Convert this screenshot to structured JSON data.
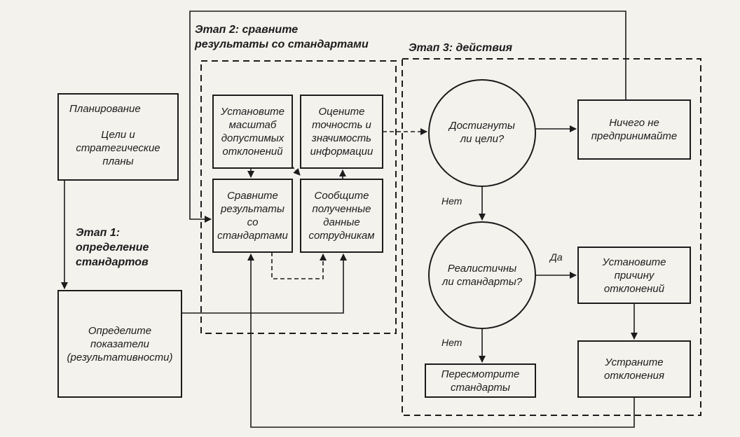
{
  "colors": {
    "ink": "#1c1c1c",
    "paper": "#f4f2ed"
  },
  "stage1": {
    "title": "Этап 1:\nопределение\nстандартов"
  },
  "stage2": {
    "title": "Этап 2: сравните\nрезультаты со стандартами"
  },
  "stage3": {
    "title": "Этап 3: действия"
  },
  "boxes": {
    "planning": {
      "heading": "Планирование",
      "body": "Цели и\nстратегические\nпланы"
    },
    "indicators": {
      "text": "Определите\nпоказатели\n(результативности)"
    },
    "scale": {
      "text": "Установите\nмасштаб\nдопустимых\nотклонений"
    },
    "accuracy": {
      "text": "Оцените\nточность и\nзначимость\nинформации"
    },
    "compare": {
      "text": "Сравните\nрезультаты\nсо\nстандартами"
    },
    "report": {
      "text": "Сообщите\nполученные\nданные\nсотрудникам"
    },
    "nothing": {
      "text": "Ничего не\nпредпринимайте"
    },
    "cause": {
      "text": "Установите\nпричину\nотклонений"
    },
    "eliminate": {
      "text": "Устраните\nотклонения"
    },
    "revise": {
      "text": "Пересмотрите\nстандарты"
    }
  },
  "decisions": {
    "goals": {
      "text": "Достигнуты\nли цели?"
    },
    "realistic": {
      "text": "Реалистичны\nли стандарты?"
    }
  },
  "edge_labels": {
    "no_1": "Нет",
    "yes": "Да",
    "no_2": "Нет"
  }
}
